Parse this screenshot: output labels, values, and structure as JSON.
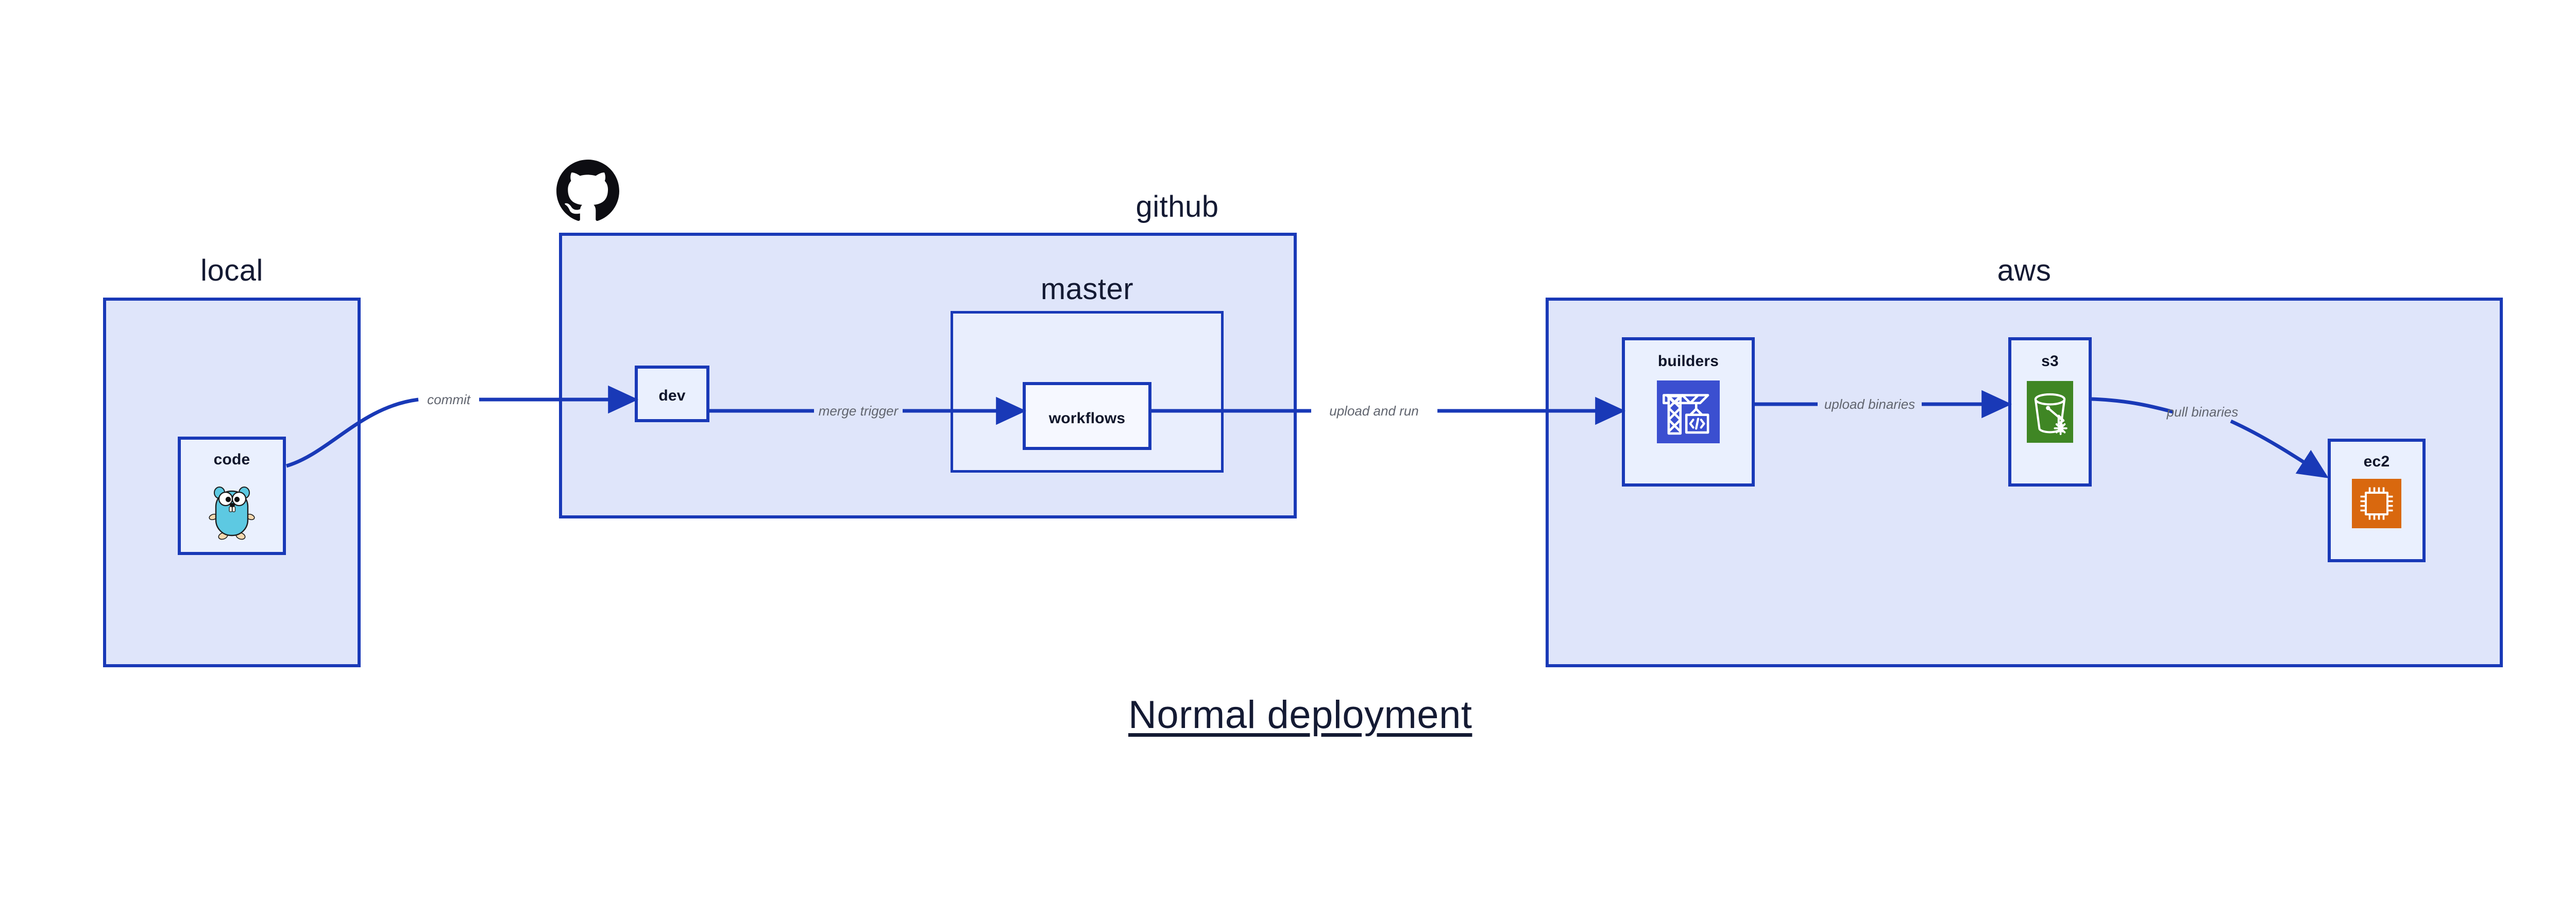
{
  "title": "Normal deployment",
  "colors": {
    "border_blue": "#1939b7",
    "group_fill": "#dfe5fa",
    "subgroup_fill": "#e9eefd",
    "node_fill": "#eaf0fe",
    "node_fill_white": "#f6f8ff",
    "arrow_blue": "#1939b7",
    "edge_label_grey": "#61656f",
    "text_dark": "#141a33",
    "gopher_cyan": "#5dc9e2",
    "builders_indigo": "#3b4fd0",
    "s3_green": "#3f8624",
    "ec2_orange": "#d9680e",
    "github_black": "#0d0d12"
  },
  "groups": [
    {
      "id": "local",
      "label": "local"
    },
    {
      "id": "github",
      "label": "github"
    },
    {
      "id": "aws",
      "label": "aws"
    }
  ],
  "subgroups": [
    {
      "id": "master",
      "label": "master",
      "parent": "github"
    }
  ],
  "nodes": [
    {
      "id": "code",
      "label": "code",
      "icon": "go-gopher-icon",
      "parent": "local"
    },
    {
      "id": "dev",
      "label": "dev",
      "icon": "none",
      "parent": "github"
    },
    {
      "id": "workflows",
      "label": "workflows",
      "icon": "none",
      "parent": "master"
    },
    {
      "id": "builders",
      "label": "builders",
      "icon": "aws-builders-icon",
      "parent": "aws"
    },
    {
      "id": "s3",
      "label": "s3",
      "icon": "aws-s3-icon",
      "parent": "aws"
    },
    {
      "id": "ec2",
      "label": "ec2",
      "icon": "aws-ec2-icon",
      "parent": "aws"
    }
  ],
  "edges": [
    {
      "id": "commit",
      "label": "commit",
      "from": "code",
      "to": "dev"
    },
    {
      "id": "merge-trigger",
      "label": "merge trigger",
      "from": "dev",
      "to": "workflows"
    },
    {
      "id": "upload-and-run",
      "label": "upload and run",
      "from": "workflows",
      "to": "builders"
    },
    {
      "id": "upload-binaries",
      "label": "upload binaries",
      "from": "builders",
      "to": "s3"
    },
    {
      "id": "pull-binaries",
      "label": "pull binaries",
      "from": "s3",
      "to": "ec2"
    }
  ],
  "logos": [
    {
      "id": "github-logo",
      "name": "github-octocat-icon"
    }
  ]
}
